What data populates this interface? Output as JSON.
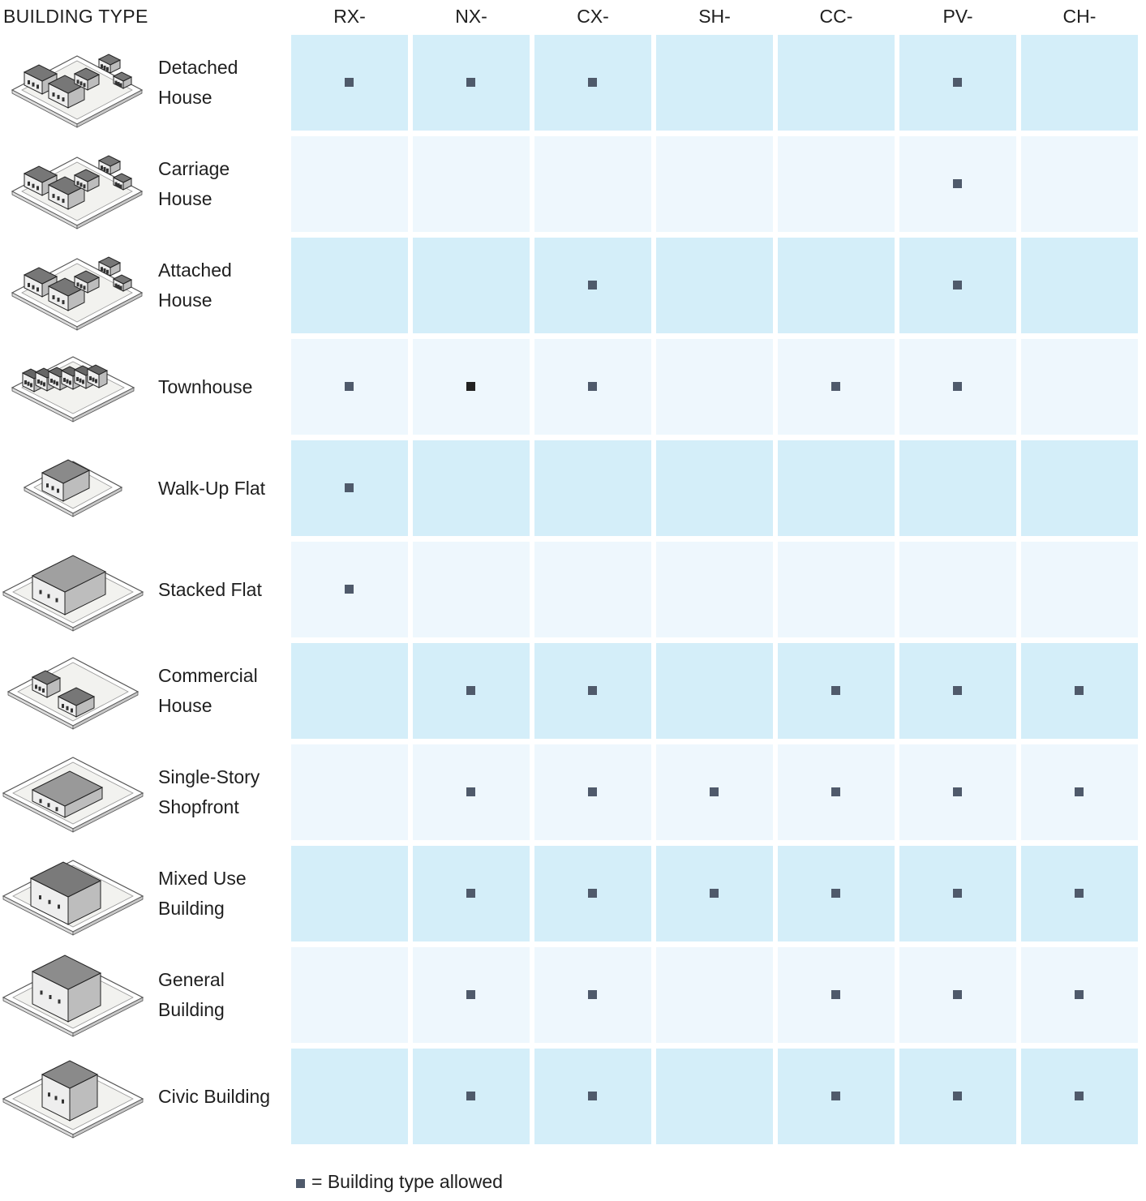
{
  "header": {
    "title": "BUILDING TYPE",
    "columns": [
      "RX-",
      "NX-",
      "CX-",
      "SH-",
      "CC-",
      "PV-",
      "CH-"
    ]
  },
  "rows": [
    {
      "label_lines": [
        "Detached",
        "House"
      ],
      "icon": "detached-house-icon",
      "allowed": [
        true,
        true,
        true,
        false,
        false,
        true,
        false
      ]
    },
    {
      "label_lines": [
        "Carriage",
        "House"
      ],
      "icon": "carriage-house-icon",
      "allowed": [
        false,
        false,
        false,
        false,
        false,
        true,
        false
      ]
    },
    {
      "label_lines": [
        "Attached",
        "House"
      ],
      "icon": "attached-house-icon",
      "allowed": [
        false,
        false,
        true,
        false,
        false,
        true,
        false
      ]
    },
    {
      "label_lines": [
        "Townhouse"
      ],
      "icon": "townhouse-icon",
      "allowed": [
        true,
        true,
        true,
        false,
        true,
        true,
        false
      ]
    },
    {
      "label_lines": [
        "Walk-Up Flat"
      ],
      "icon": "walk-up-flat-icon",
      "allowed": [
        true,
        false,
        false,
        false,
        false,
        false,
        false
      ]
    },
    {
      "label_lines": [
        "Stacked Flat"
      ],
      "icon": "stacked-flat-icon",
      "allowed": [
        true,
        false,
        false,
        false,
        false,
        false,
        false
      ]
    },
    {
      "label_lines": [
        "Commercial",
        "House"
      ],
      "icon": "commercial-house-icon",
      "allowed": [
        false,
        true,
        true,
        false,
        true,
        true,
        true
      ]
    },
    {
      "label_lines": [
        "Single-Story",
        "Shopfront"
      ],
      "icon": "single-story-shopfront-icon",
      "allowed": [
        false,
        true,
        true,
        true,
        true,
        true,
        true
      ]
    },
    {
      "label_lines": [
        "Mixed Use",
        "Building"
      ],
      "icon": "mixed-use-building-icon",
      "allowed": [
        false,
        true,
        true,
        true,
        true,
        true,
        true
      ]
    },
    {
      "label_lines": [
        "General",
        "Building"
      ],
      "icon": "general-building-icon",
      "allowed": [
        false,
        true,
        true,
        false,
        true,
        true,
        true
      ]
    },
    {
      "label_lines": [
        "Civic Building"
      ],
      "icon": "civic-building-icon",
      "allowed": [
        false,
        true,
        true,
        false,
        true,
        true,
        true
      ]
    }
  ],
  "legend": {
    "text": "= Building type allowed"
  },
  "colors": {
    "row_dark": "#d4eef9",
    "row_light": "#eef7fd",
    "marker": "#4f5a6b"
  }
}
